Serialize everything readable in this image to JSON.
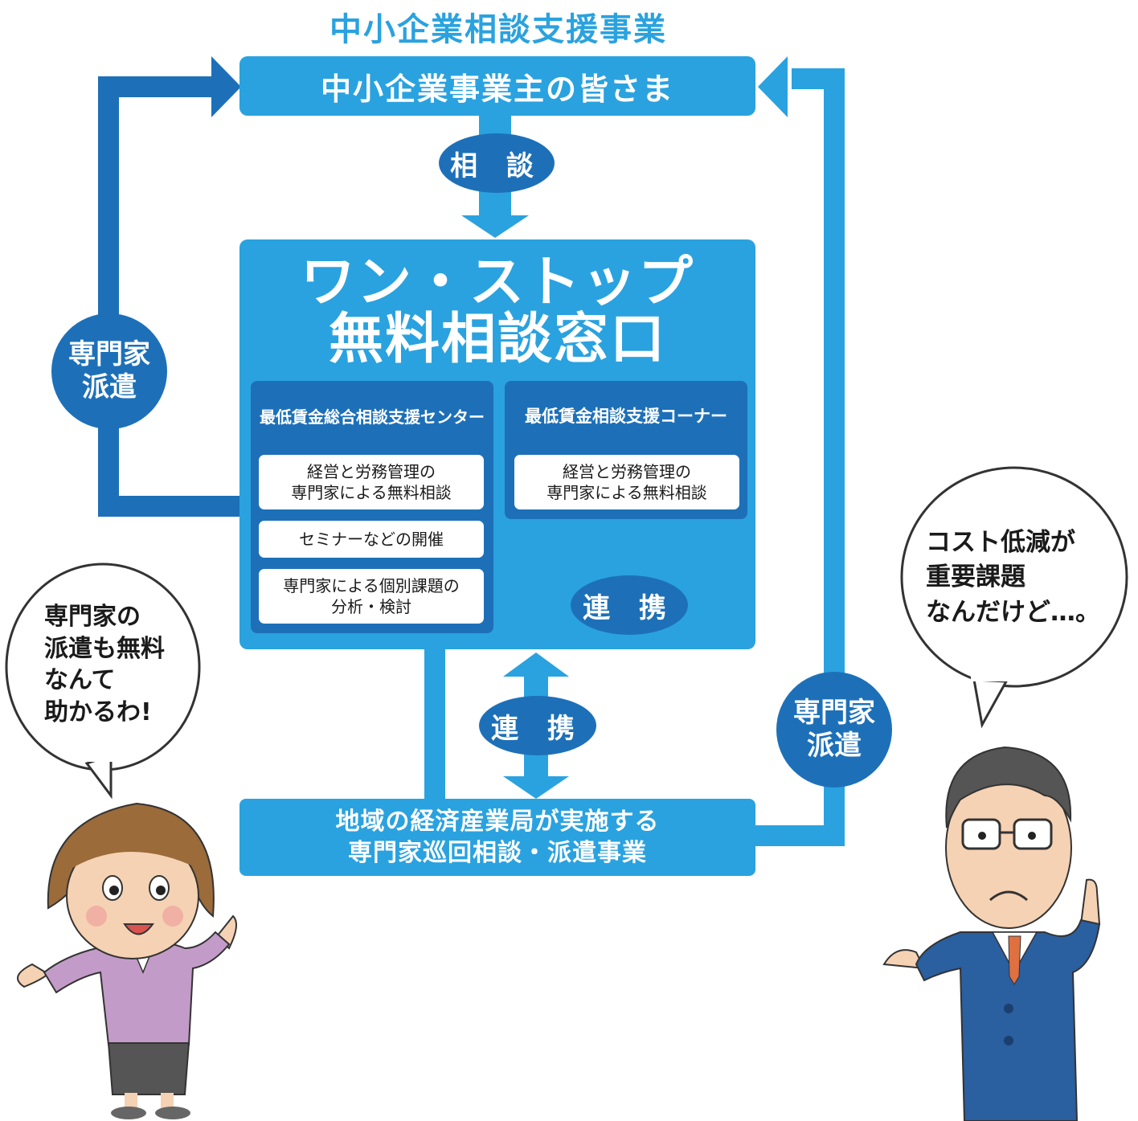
{
  "title": "中小企業相談支援事業",
  "top_box": "中小企業事業主の皆さま",
  "consult_label": "相 談",
  "main": {
    "title_line1": "ワン・ストップ",
    "title_line2": "無料相談窓口",
    "left_panel": {
      "heading": "最低賃金総合相談支援センター",
      "items": [
        {
          "line1": "経営と労務管理の",
          "line2": "専門家による無料相談"
        },
        {
          "line1": "セミナーなどの開催",
          "line2": ""
        },
        {
          "line1": "専門家による個別課題の",
          "line2": "分析・検討"
        }
      ]
    },
    "right_panel": {
      "heading": "最低賃金相談支援コーナー",
      "item": {
        "line1": "経営と労務管理の",
        "line2": "専門家による無料相談"
      }
    },
    "renkei_inner": "連 携"
  },
  "renkei_outer": "連 携",
  "bottom_box": {
    "line1": "地域の経済産業局が実施する",
    "line2": "専門家巡回相談・派遣事業"
  },
  "left_dispatch": {
    "line1": "専門家",
    "line2": "派遣"
  },
  "right_dispatch": {
    "line1": "専門家",
    "line2": "派遣"
  },
  "bubble_left": {
    "line1": "専門家の",
    "line2": "派遣も無料",
    "line3": "なんて",
    "line4": "助かるわ!"
  },
  "bubble_right": {
    "line1": "コスト低減が",
    "line2": "重要課題",
    "line3": "なんだけど…。"
  },
  "colors": {
    "light_blue": "#2aa2df",
    "dark_blue": "#1d70b8"
  }
}
